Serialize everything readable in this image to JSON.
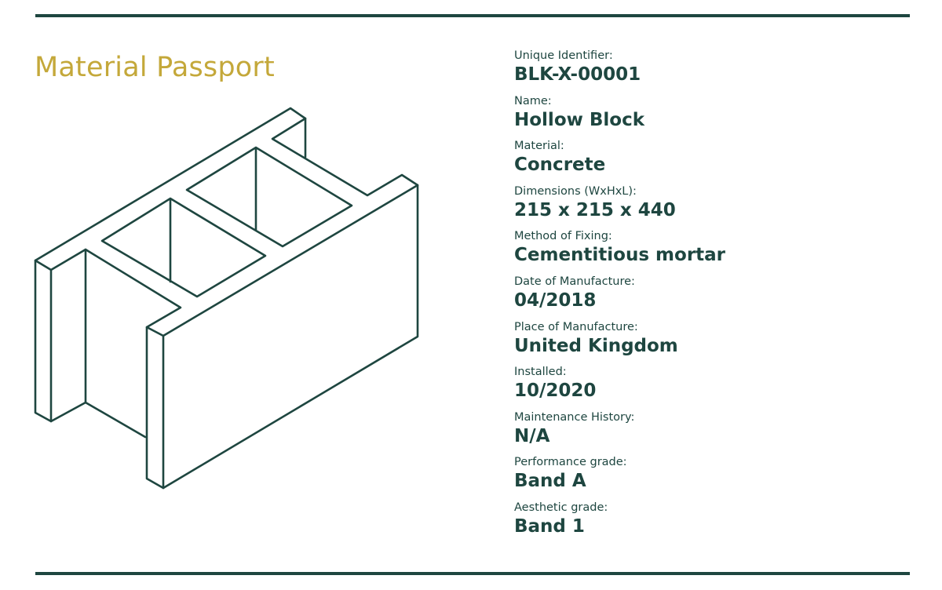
{
  "title": "Material Passport",
  "colors": {
    "accent": "#c4a83a",
    "ink": "#1e4640"
  },
  "fields": [
    {
      "label": "Unique Identifier:",
      "value": "BLK-X-00001"
    },
    {
      "label": "Name:",
      "value": "Hollow Block"
    },
    {
      "label": "Material:",
      "value": "Concrete"
    },
    {
      "label": "Dimensions (WxHxL):",
      "value": "215 x 215 x 440"
    },
    {
      "label": "Method of Fixing:",
      "value": "Cementitious mortar"
    },
    {
      "label": "Date of Manufacture:",
      "value": "04/2018"
    },
    {
      "label": "Place of Manufacture:",
      "value": "United Kingdom"
    },
    {
      "label": "Installed:",
      "value": "10/2020"
    },
    {
      "label": "Maintenance History:",
      "value": "N/A"
    },
    {
      "label": "Performance grade:",
      "value": "Band A"
    },
    {
      "label": "Aesthetic grade:",
      "value": "Band 1"
    }
  ]
}
